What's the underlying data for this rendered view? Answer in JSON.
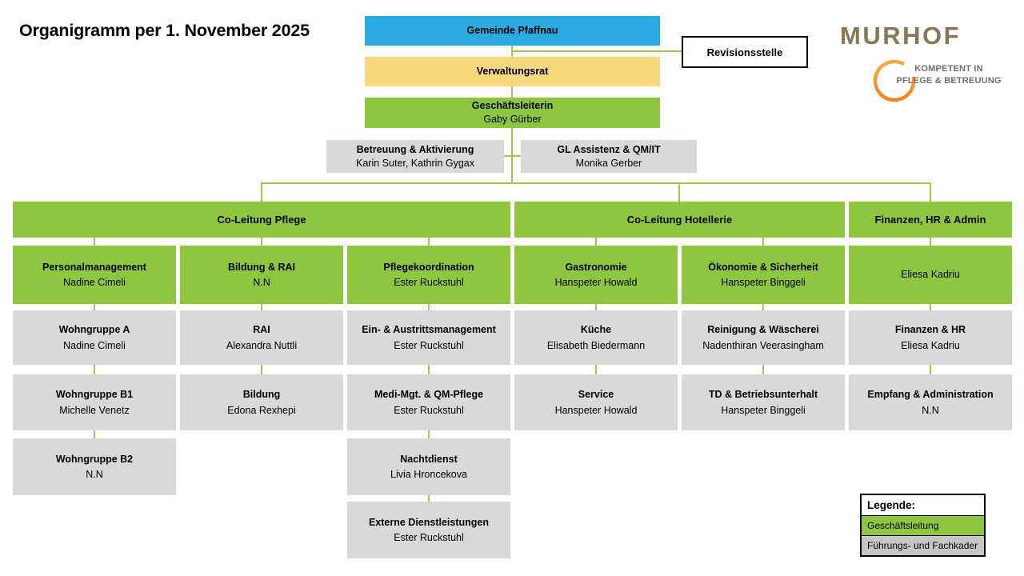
{
  "title": "Organigramm per 1. November 2025",
  "logo": {
    "name": "MURHOF",
    "tagline_line1": "KOMPETENT IN",
    "tagline_line2": "PFLEGE & BETREUUNG",
    "arc_icon": "orange-open-circle"
  },
  "top": {
    "gemeinde": {
      "label": "Gemeinde Pfaffnau"
    },
    "verwaltungsrat": {
      "label": "Verwaltungsrat"
    },
    "geschaeftsleiterin": {
      "title": "Geschäftsleiterin",
      "name": "Gaby Gürber"
    },
    "revisionsstelle": {
      "label": "Revisionsstelle"
    },
    "staff": [
      {
        "title": "Betreuung & Aktivierung",
        "name": "Karin Suter, Kathrin Gygax"
      },
      {
        "title": "GL Assistenz & QM/IT",
        "name": "Monika Gerber"
      }
    ]
  },
  "departments": [
    {
      "label": "Co-Leitung Pflege",
      "columns_spanned": 3
    },
    {
      "label": "Co-Leitung Hotellerie",
      "columns_spanned": 2
    },
    {
      "label": "Finanzen, HR & Admin",
      "columns_spanned": 1
    }
  ],
  "columns": [
    {
      "lead": {
        "title": "Personalmanagement",
        "name": "Nadine Cimeli"
      },
      "units": [
        {
          "title": "Wohngruppe A",
          "name": "Nadine Cimeli"
        },
        {
          "title": "Wohngruppe B1",
          "name": "Michelle Venetz"
        },
        {
          "title": "Wohngruppe B2",
          "name": "N.N"
        }
      ]
    },
    {
      "lead": {
        "title": "Bildung & RAI",
        "name": "N.N"
      },
      "units": [
        {
          "title": "RAI",
          "name": "Alexandra Nuttli"
        },
        {
          "title": "Bildung",
          "name": "Edona Rexhepi"
        }
      ]
    },
    {
      "lead": {
        "title": "Pflegekoordination",
        "name": "Ester Ruckstuhl"
      },
      "units": [
        {
          "title": "Ein- & Austrittsmanagement",
          "name": "Ester Ruckstuhl"
        },
        {
          "title": "Medi-Mgt. & QM-Pflege",
          "name": "Ester Ruckstuhl"
        },
        {
          "title": "Nachtdienst",
          "name": "Livia Hroncekova"
        },
        {
          "title": "Externe Dienstleistungen",
          "name": "Ester Ruckstuhl"
        }
      ]
    },
    {
      "lead": {
        "title": "Gastronomie",
        "name": "Hanspeter Howald"
      },
      "units": [
        {
          "title": "Küche",
          "name": "Elisabeth Biedermann"
        },
        {
          "title": "Service",
          "name": "Hanspeter Howald"
        }
      ]
    },
    {
      "lead": {
        "title": "Ökonomie & Sicherheit",
        "name": "Hanspeter Binggeli"
      },
      "units": [
        {
          "title": "Reinigung & Wäscherei",
          "name": "Nadenthiran Veerasingham"
        },
        {
          "title": "TD & Betriebsunterhalt",
          "name": "Hanspeter Binggeli"
        }
      ]
    },
    {
      "lead": {
        "title": "",
        "name": "Eliesa Kadriu"
      },
      "units": [
        {
          "title": "Finanzen & HR",
          "name": "Eliesa Kadriu"
        },
        {
          "title": "Empfang & Administration",
          "name": "N.N"
        }
      ]
    }
  ],
  "legend": {
    "title": "Legende:",
    "items": [
      {
        "label": "Geschäftsleitung",
        "color": "#8FC640"
      },
      {
        "label": "Führungs- und Fachkader",
        "color": "#C6C6C6"
      }
    ]
  },
  "colors": {
    "blue": "#29ABE2",
    "yellow": "#FAD87F",
    "green": "#8FC640",
    "gray": "#D9D9D9",
    "legend_gray": "#C6C6C6",
    "connector": "#A5C44C",
    "logo_brown": "#877853",
    "logo_orange": "#F6921E",
    "logo_text_gray": "#6D6E71"
  }
}
